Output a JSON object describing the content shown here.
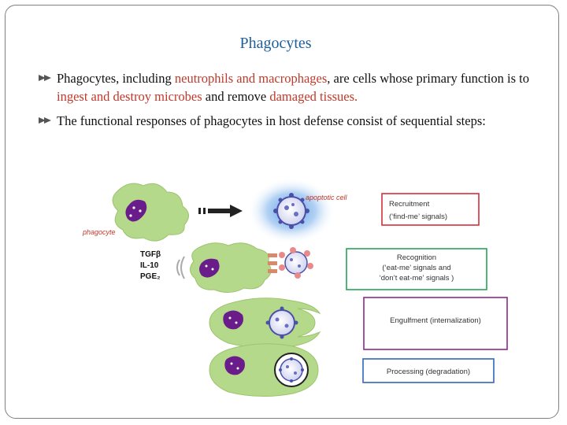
{
  "slide": {
    "title": "Phagocytes",
    "bullets": [
      {
        "segments": [
          {
            "text": "Phagocytes, including ",
            "style": "normal"
          },
          {
            "text": "neutrophils and macrophages",
            "style": "red"
          },
          {
            "text": ", are cells whose primary function is to ",
            "style": "normal"
          },
          {
            "text": "ingest and destroy microbes",
            "style": "red"
          },
          {
            "text": " and remove ",
            "style": "normal"
          },
          {
            "text": "damaged tissues.",
            "style": "red"
          }
        ]
      },
      {
        "segments": [
          {
            "text": "The functional responses of phagocytes in host defense consist of sequential steps:",
            "style": "normal"
          }
        ]
      }
    ]
  },
  "figure": {
    "phagocyte_label": "phagocyte",
    "apoptotic_label": "apoptotic cell",
    "cytokines": [
      "TGFβ",
      "IL-10",
      "PGE₂"
    ],
    "steps": [
      {
        "lines": [
          "Recruitment",
          "(‘find-me’ signals)"
        ],
        "border_color": "#d62f3a"
      },
      {
        "lines": [
          "Recognition",
          "(‘eat-me’ signals and",
          "‘don’t eat-me’ signals )"
        ],
        "border_color": "#27a35a"
      },
      {
        "lines": [
          "Engulfment (internalization)"
        ],
        "border_color": "#8b2a8c"
      },
      {
        "lines": [
          "Processing (degradation)"
        ],
        "border_color": "#2f68b5"
      }
    ],
    "colors": {
      "cell_green": "#b5d98a",
      "nucleus_purple": "#6a1d8a",
      "title_blue": "#1f5f9a",
      "red_text": "#c0392b"
    }
  }
}
